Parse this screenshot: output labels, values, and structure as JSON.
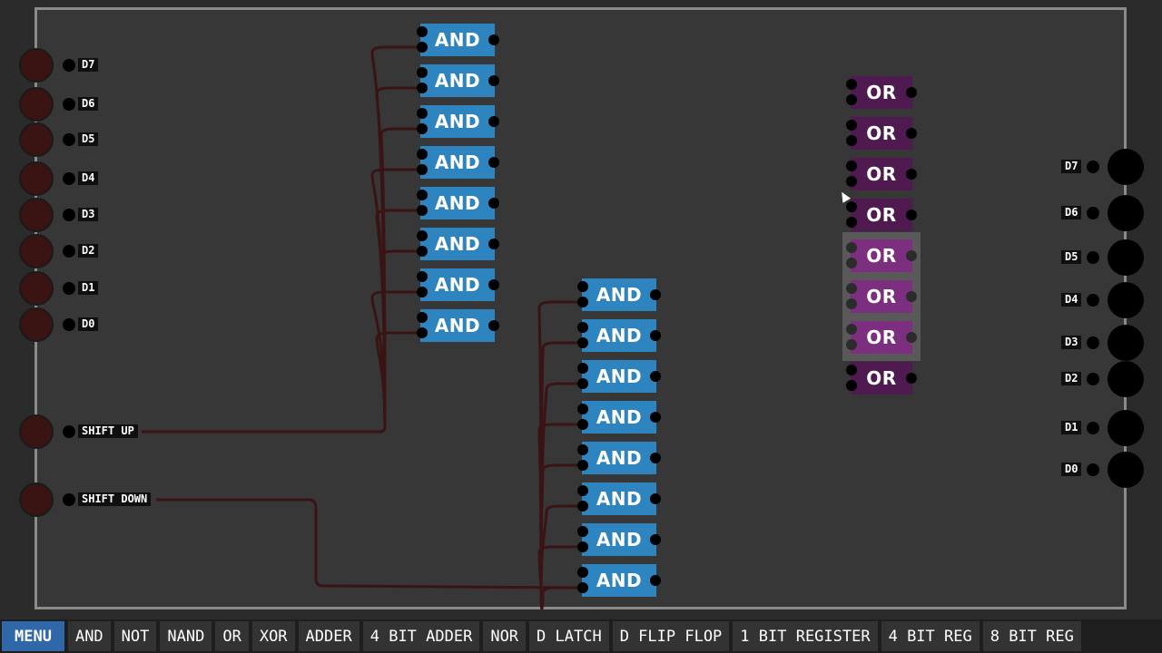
{
  "inputs": [
    {
      "label": "D7"
    },
    {
      "label": "D6"
    },
    {
      "label": "D5"
    },
    {
      "label": "D4"
    },
    {
      "label": "D3"
    },
    {
      "label": "D2"
    },
    {
      "label": "D1"
    },
    {
      "label": "D0"
    }
  ],
  "controls": [
    {
      "label": "SHIFT UP"
    },
    {
      "label": "SHIFT DOWN"
    }
  ],
  "outputs": [
    {
      "label": "D7"
    },
    {
      "label": "D6"
    },
    {
      "label": "D5"
    },
    {
      "label": "D4"
    },
    {
      "label": "D3"
    },
    {
      "label": "D2"
    },
    {
      "label": "D1"
    },
    {
      "label": "D0"
    }
  ],
  "and_gates_top": [
    "AND",
    "AND",
    "AND",
    "AND",
    "AND",
    "AND",
    "AND",
    "AND"
  ],
  "and_gates_bottom": [
    "AND",
    "AND",
    "AND",
    "AND",
    "AND",
    "AND",
    "AND",
    "AND"
  ],
  "or_gates": [
    "OR",
    "OR",
    "OR",
    "OR",
    "OR",
    "OR",
    "OR",
    "OR"
  ],
  "or_selected": [
    false,
    false,
    false,
    false,
    true,
    true,
    true,
    false
  ],
  "toolbar": [
    {
      "label": "MENU",
      "active": true
    },
    {
      "label": "AND"
    },
    {
      "label": "NOT"
    },
    {
      "label": "NAND"
    },
    {
      "label": "OR"
    },
    {
      "label": "XOR"
    },
    {
      "label": "ADDER"
    },
    {
      "label": "4 BIT ADDER"
    },
    {
      "label": "NOR"
    },
    {
      "label": "D LATCH"
    },
    {
      "label": "D FLIP FLOP"
    },
    {
      "label": "1 BIT REGISTER"
    },
    {
      "label": "4 BIT REG"
    },
    {
      "label": "8 BIT REG"
    }
  ],
  "colors": {
    "and_gate": "#2e84bf",
    "or_gate": "#4e1a50",
    "or_gate_selected": "#7b2f7e",
    "wire_off": "#3a1414",
    "input_off": "#3a1313",
    "output_off": "#000000",
    "menu_active": "#2f67a8"
  }
}
